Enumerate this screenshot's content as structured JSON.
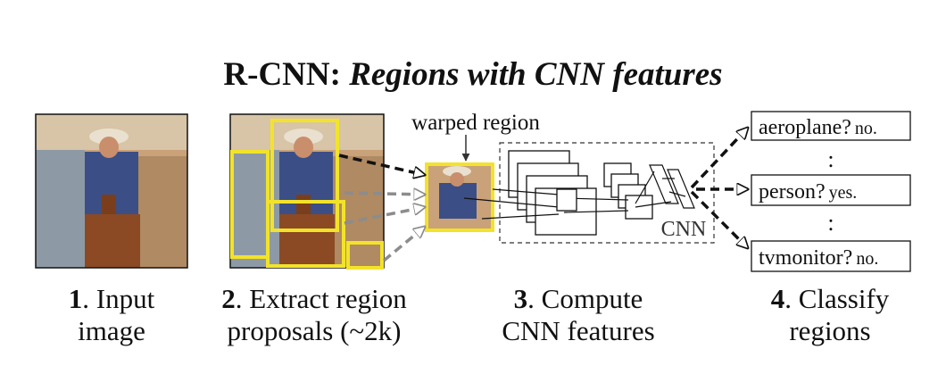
{
  "title": {
    "main": "R-CNN:",
    "sub": "Regions with CNN features"
  },
  "annotations": {
    "warped_region": "warped region",
    "cnn": "CNN"
  },
  "steps": [
    {
      "num": "1",
      "line1": ". Input",
      "line2": "image"
    },
    {
      "num": "2",
      "line1": ". Extract region",
      "line2": "proposals (~2k)"
    },
    {
      "num": "3",
      "line1": ". Compute",
      "line2": "CNN features"
    },
    {
      "num": "4",
      "line1": ". Classify",
      "line2": "regions"
    }
  ],
  "classes": [
    {
      "label": "aeroplane?",
      "answer": "no."
    },
    {
      "label": "person?",
      "answer": "yes."
    },
    {
      "label": "tvmonitor?",
      "answer": "no."
    }
  ],
  "ellipsis": ":",
  "colors": {
    "proposal_box": "#f2e32a",
    "line": "#111111",
    "gray_arrow": "#8c8c8c"
  }
}
